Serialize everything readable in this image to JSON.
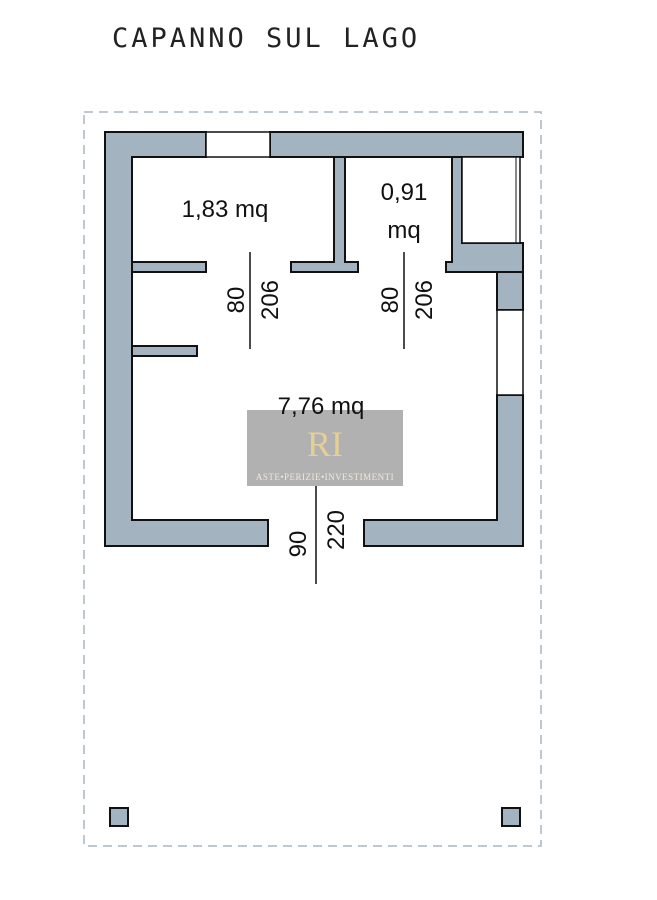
{
  "title": "CAPANNO SUL LAGO",
  "rooms": [
    {
      "area_line1": "1,83 mq"
    },
    {
      "area_line1": "0,91",
      "area_line2": "mq"
    },
    {
      "area_line1": "7,76 mq"
    }
  ],
  "doors": [
    {
      "width": "80",
      "height": "206"
    },
    {
      "width": "80",
      "height": "206"
    },
    {
      "width": "90",
      "height": "220"
    }
  ],
  "watermark": {
    "logo": "RI",
    "text": "ASTE•PERIZIE•INVESTIMENTI"
  },
  "colors": {
    "wall": "#a3b4c0",
    "dash": "#a9b6c2"
  }
}
